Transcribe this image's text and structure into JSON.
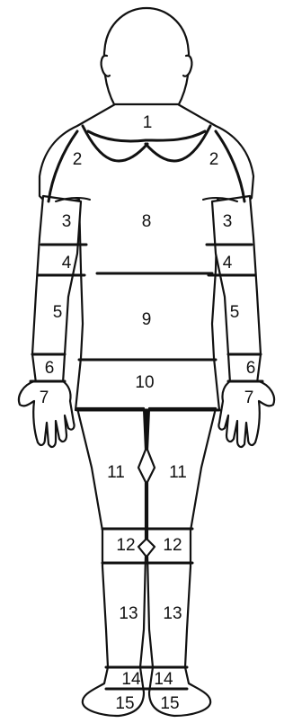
{
  "regions": [
    {
      "key": "r1",
      "label": "1"
    },
    {
      "key": "r2l",
      "label": "2"
    },
    {
      "key": "r2r",
      "label": "2"
    },
    {
      "key": "r3l",
      "label": "3"
    },
    {
      "key": "r3r",
      "label": "3"
    },
    {
      "key": "r4l",
      "label": "4"
    },
    {
      "key": "r4r",
      "label": "4"
    },
    {
      "key": "r5l",
      "label": "5"
    },
    {
      "key": "r5r",
      "label": "5"
    },
    {
      "key": "r6l",
      "label": "6"
    },
    {
      "key": "r6r",
      "label": "6"
    },
    {
      "key": "r7l",
      "label": "7"
    },
    {
      "key": "r7r",
      "label": "7"
    },
    {
      "key": "r8",
      "label": "8"
    },
    {
      "key": "r9",
      "label": "9"
    },
    {
      "key": "r10",
      "label": "10"
    },
    {
      "key": "r11l",
      "label": "11"
    },
    {
      "key": "r11r",
      "label": "11"
    },
    {
      "key": "r12l",
      "label": "12"
    },
    {
      "key": "r12r",
      "label": "12"
    },
    {
      "key": "r13l",
      "label": "13"
    },
    {
      "key": "r13r",
      "label": "13"
    },
    {
      "key": "r14l",
      "label": "14"
    },
    {
      "key": "r14r",
      "label": "14"
    },
    {
      "key": "r15l",
      "label": "15"
    },
    {
      "key": "r15r",
      "label": "15"
    }
  ]
}
